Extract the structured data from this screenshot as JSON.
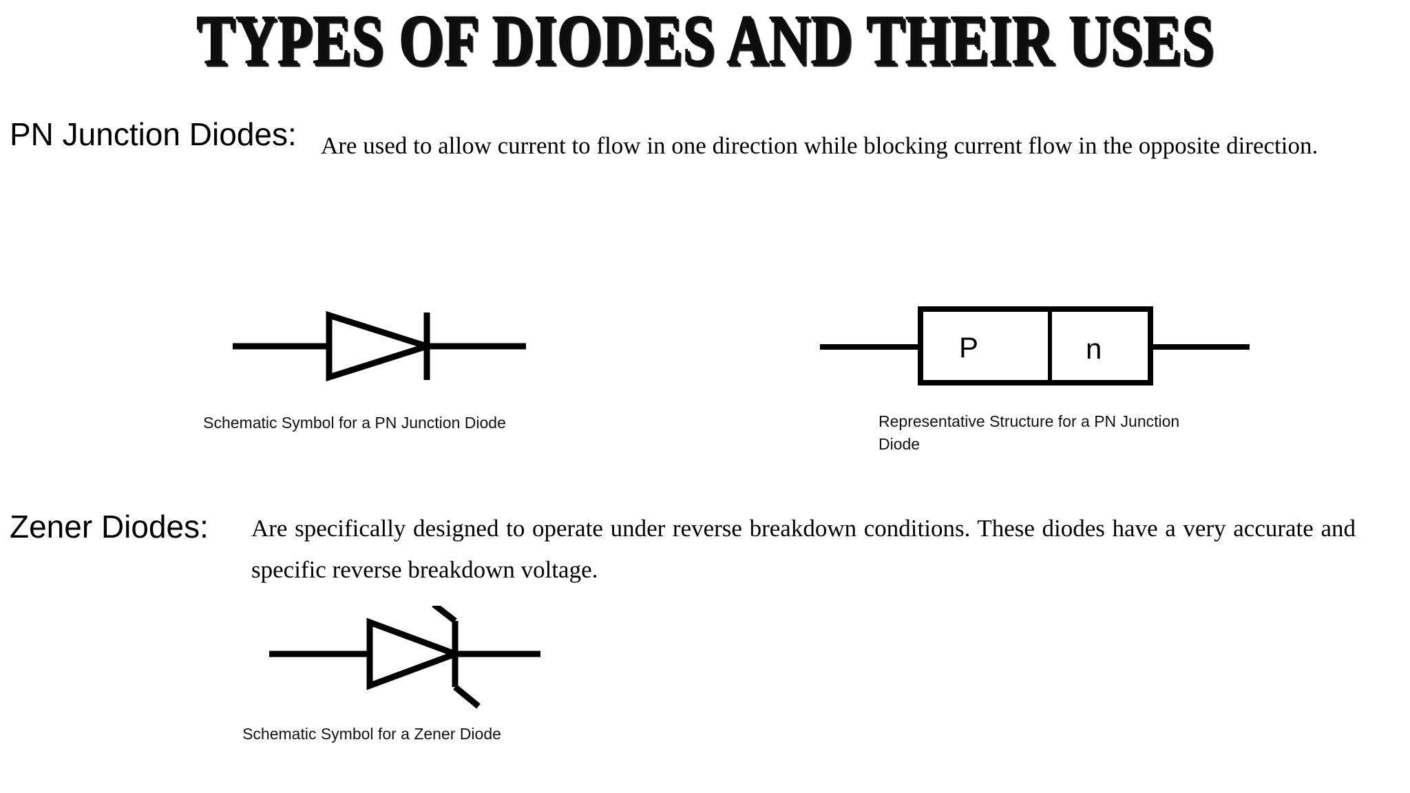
{
  "slide": {
    "background_color": "#ffffff",
    "ink_color": "#000000",
    "title": "TYPES OF DIODES AND THEIR USES"
  },
  "sections": [
    {
      "heading": "PN Junction Diodes:",
      "body": "Are used to allow current to flow in one direction while blocking current flow in the opposite direction.",
      "figures": [
        {
          "kind": "pn-diode-schematic-symbol",
          "caption": "Schematic Symbol for a PN Junction Diode"
        },
        {
          "kind": "pn-junction-structure",
          "caption": "Representative Structure for a PN Junction Diode",
          "region_labels": {
            "p_region": "P",
            "n_region": "n"
          }
        }
      ]
    },
    {
      "heading": "Zener Diodes:",
      "body": "Are specifically designed to operate under reverse breakdown conditions.  These diodes have a very accurate and specific reverse breakdown voltage.",
      "figures": [
        {
          "kind": "zener-diode-schematic-symbol",
          "caption": "Schematic Symbol for a Zener Diode"
        }
      ]
    }
  ]
}
